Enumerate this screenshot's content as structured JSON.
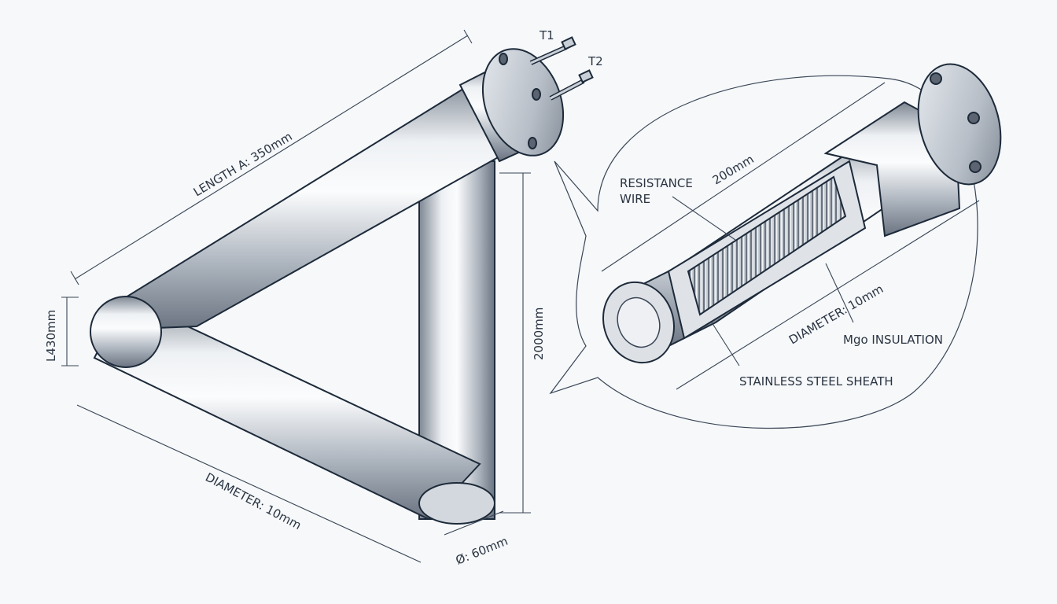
{
  "labels": {
    "length_a": "LENGTH A: 350mm",
    "terminal_1": "T1",
    "terminal_2": "T2",
    "left_height": "L430mm",
    "right_height": "2000mm",
    "diameter_main": "DIAMETER: 10mm",
    "bend_diameter": "Ø: 60mm",
    "detail_length": "200mm",
    "resistance_wire_line1": "RESISTANCE",
    "resistance_wire_line2": "WIRE",
    "detail_diameter": "DIAMETER: 10mm",
    "mgo_insulation": "Mgo INSULATION",
    "sheath": "STAINLESS STEEL SHEATH"
  },
  "colors": {
    "outline": "#1d2a3a",
    "metal_light": "#f4f6f8",
    "metal_mid": "#b9c0c9",
    "metal_dark": "#6f7884",
    "background": "#f6f8fa"
  },
  "icons": {
    "terminal": "terminal-pin-icon",
    "flange": "mounting-flange-icon",
    "coil": "resistance-coil-icon"
  }
}
